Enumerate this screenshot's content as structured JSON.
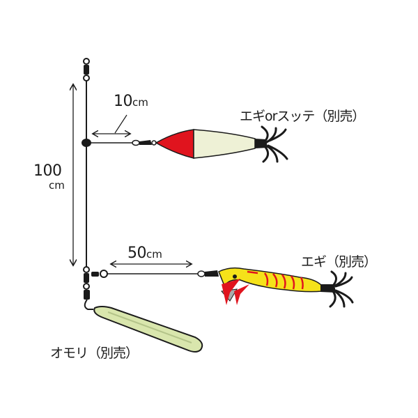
{
  "labels": {
    "top_lure": "エギorスッテ（別売）",
    "bottom_lure": "エギ（別売）",
    "sinker": "オモリ（別売）",
    "total_length_value": "100",
    "total_length_unit": "cm",
    "top_branch_value": "10",
    "top_branch_unit": "cm",
    "bottom_branch_value": "50",
    "bottom_branch_unit": "cm"
  },
  "colors": {
    "line": "#1a1a1a",
    "sutte_front": "#e0141e",
    "sutte_body": "#eef1d6",
    "egi_body": "#f5e21a",
    "egi_stripes": "#e0141e",
    "sinker": "#d9e6ad"
  }
}
